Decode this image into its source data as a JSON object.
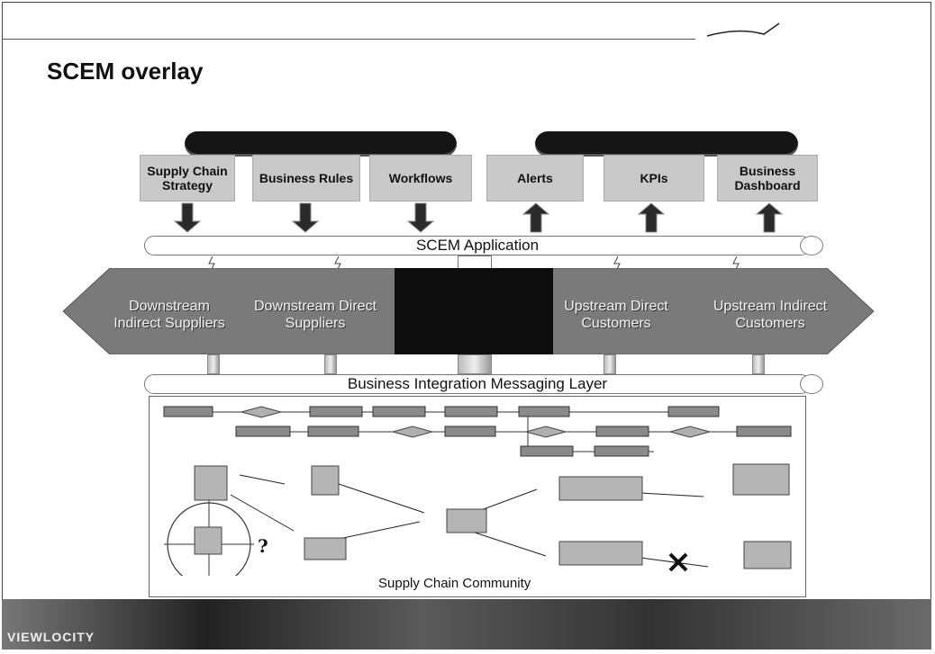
{
  "title": "SCEM overlay",
  "inputs": [
    {
      "label": "Supply Chain Strategy"
    },
    {
      "label": "Business Rules"
    },
    {
      "label": "Workflows"
    }
  ],
  "outputs": [
    {
      "label": "Alerts"
    },
    {
      "label": "KPIs"
    },
    {
      "label": "Business Dashboard"
    }
  ],
  "scem_bus": "SCEM Application",
  "segments": [
    {
      "label": "Downstream Indirect Suppliers"
    },
    {
      "label": "Downstream Direct Suppliers"
    },
    {
      "label": ""
    },
    {
      "label": "Upstream Direct Customers"
    },
    {
      "label": "Upstream Indirect Customers"
    }
  ],
  "messaging_bus": "Business Integration Messaging Layer",
  "community_label": "Supply Chain Community",
  "question_mark": "?",
  "brand": "VIEWLOCITY",
  "colors": {
    "pill": "#151515",
    "box": "#c9c9c9",
    "arrow": "#2a2a2a",
    "segment": "#7a7a7a"
  }
}
